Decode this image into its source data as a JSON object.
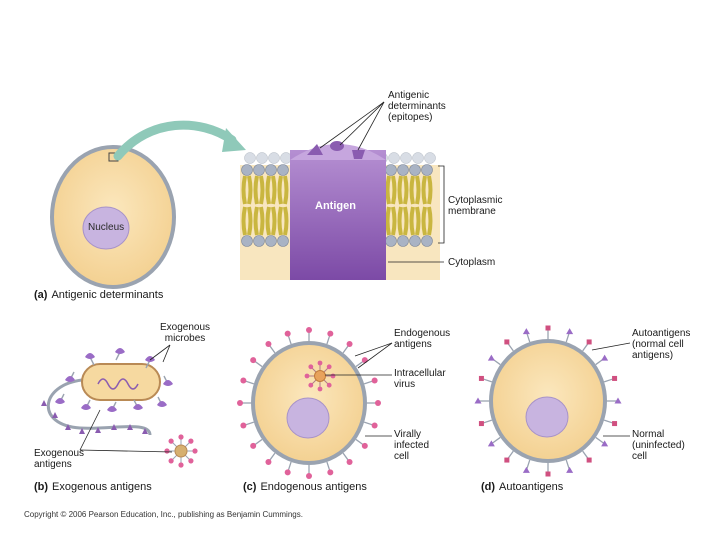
{
  "panel_a": {
    "caption_letter": "(a)",
    "caption_text": "Antigenic determinants",
    "nucleus_label": "Nucleus",
    "antigen_label": "Antigen",
    "epitopes_label": "Antigenic\ndeterminants\n(epitopes)",
    "membrane_label": "Cytoplasmic\nmembrane",
    "cytoplasm_label": "Cytoplasm"
  },
  "panel_b": {
    "caption_letter": "(b)",
    "caption_text": "Exogenous antigens",
    "microbes_label": "Exogenous\nmicrobes",
    "antigens_label": "Exogenous\nantigens"
  },
  "panel_c": {
    "caption_letter": "(c)",
    "caption_text": "Endogenous antigens",
    "endogenous_label": "Endogenous\nantigens",
    "virus_label": "Intracellular\nvirus",
    "infected_label": "Virally\ninfected\ncell"
  },
  "panel_d": {
    "caption_letter": "(d)",
    "caption_text": "Autoantigens",
    "autoantigens_label": "Autoantigens\n(normal cell\nantigens)",
    "normal_label": "Normal\n(uninfected)\ncell"
  },
  "copyright": "Copyright © 2006 Pearson Education, Inc., publishing as Benjamin Cummings.",
  "colors": {
    "cytoplasm": "#f6d9a0",
    "cell_border": "#9aa3b0",
    "nucleus": "#c8b4e0",
    "antigen_purple": "#8a5cb0",
    "phospholipid_head": "#a9b3c4",
    "lipid_tail": "#f1e26a",
    "arrow_teal": "#8fc9b9",
    "spike_pink": "#e0629a",
    "spike_purple": "#9a6cc6"
  }
}
